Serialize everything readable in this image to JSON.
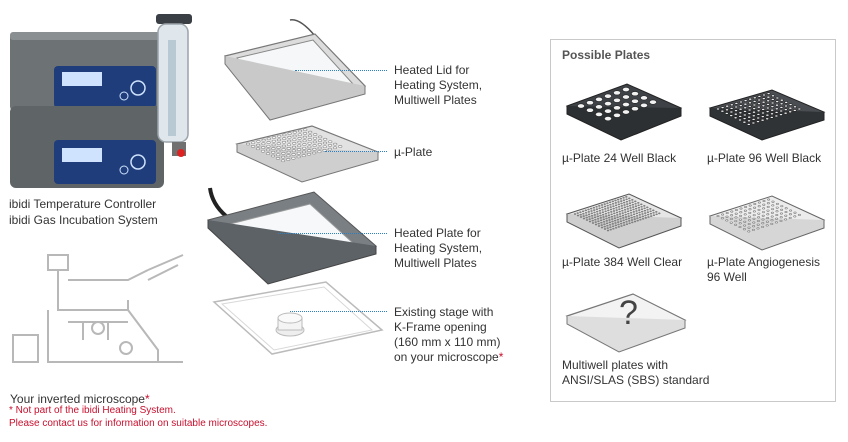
{
  "left": {
    "system_line1": "ibidi Temperature Controller",
    "system_line2": "ibidi Gas Incubation System",
    "microscope_label": "Your inverted microscope",
    "microscope_asterisk": "*",
    "footnote": "* Not part of the ibidi Heating System.\n   Please contact us for information on suitable microscopes."
  },
  "center": {
    "heated_lid": "Heated Lid for\nHeating System,\nMultiwell Plates",
    "mu_plate": "µ-Plate",
    "heated_plate": "Heated Plate for\nHeating System,\nMultiwell Plates",
    "stage_text": "Existing stage with\nK-Frame opening\n(160 mm x 110 mm)\non your microscope",
    "stage_asterisk": "*"
  },
  "panel": {
    "title": "Possible Plates",
    "plate_24": "µ-Plate 24 Well Black",
    "plate_96": "µ-Plate 96 Well Black",
    "plate_384": "µ-Plate 384 Well Clear",
    "plate_angio": "µ-Plate Angiogenesis\n96 Well",
    "plate_sbs": "Multiwell plates with\nANSI/SLAS (SBS) standard",
    "question_mark": "?"
  },
  "colors": {
    "leader": "#2a7fc0",
    "asterisk": "#c8102e",
    "device_blue": "#1f3d7a",
    "device_grey": "#6d7275"
  },
  "icons": [
    "incubation-device-image",
    "inverted-microscope-image",
    "heated-lid-image",
    "mu-plate-image",
    "heated-plate-image",
    "microscope-stage-image",
    "plate-thumbnail-images"
  ]
}
